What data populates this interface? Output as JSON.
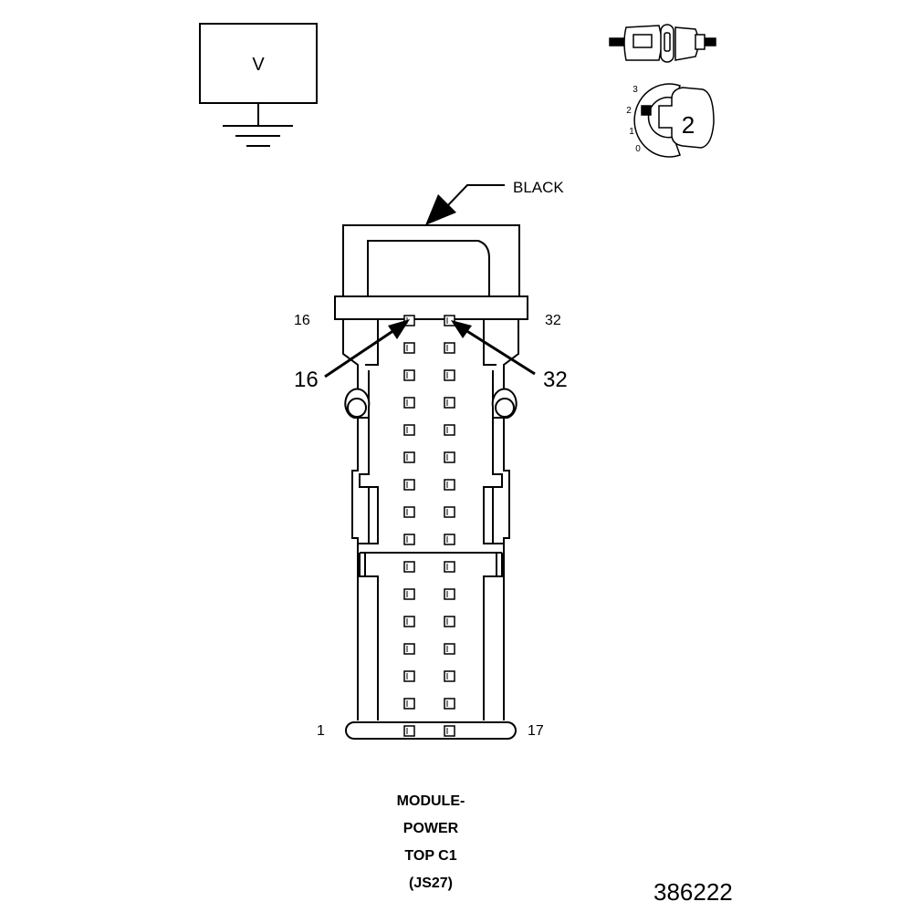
{
  "voltmeter": {
    "symbol": "V"
  },
  "key": {
    "positions": [
      "3",
      "2",
      "1",
      "0"
    ],
    "current": "2"
  },
  "connector": {
    "color_label": "BLACK",
    "row_labels": {
      "top_left": "16",
      "top_right": "32",
      "bottom_left": "1",
      "bottom_right": "17"
    },
    "callouts": {
      "left": "16",
      "right": "32"
    },
    "pin_rows": 16
  },
  "title_lines": [
    "MODULE-",
    "POWER",
    "TOP C1",
    "(JS27)"
  ],
  "figure_number": "386222"
}
